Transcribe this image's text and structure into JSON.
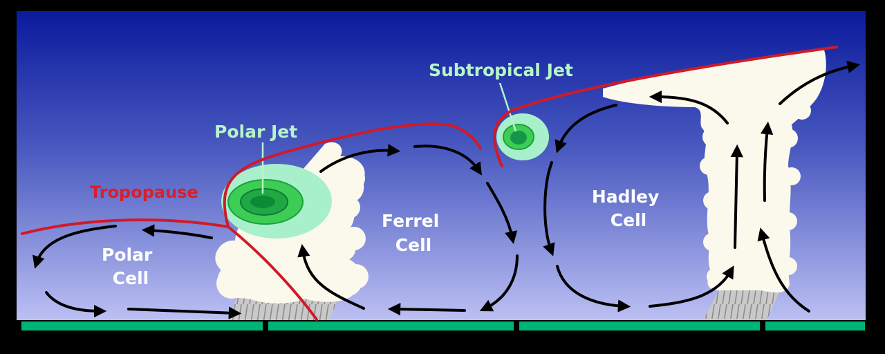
{
  "labels": {
    "tropopause": "Tropopause",
    "polar_jet": "Polar Jet",
    "subtropical_jet": "Subtropical Jet",
    "polar_cell_line1": "Polar",
    "polar_cell_line2": "Cell",
    "ferrel_cell_line1": "Ferrel",
    "ferrel_cell_line2": "Cell",
    "hadley_cell_line1": "Hadley",
    "hadley_cell_line2": "Cell"
  },
  "colors": {
    "sky_top": "#0a1a9c",
    "sky_bottom": "#b9bdf2",
    "ground": "#00b476",
    "tropopause": "#d01a28",
    "jet_outer": "#a8f0cc",
    "jet_mid": "#3ccd55",
    "jet_inner": "#0c8a36",
    "cloud": "#fbf8ec"
  }
}
